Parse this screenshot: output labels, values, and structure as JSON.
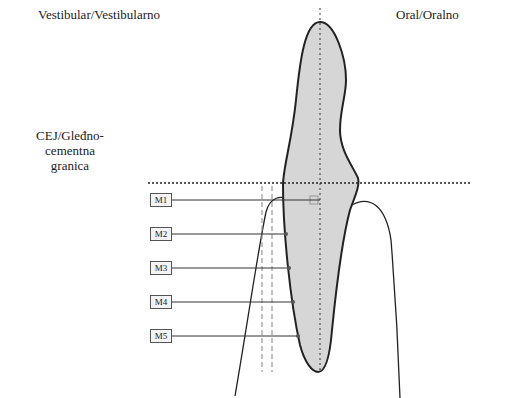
{
  "diagram": {
    "nodes": [
      {
        "text": [
          "M1"
        ]
      },
      {
        "text": [
          "M2"
        ]
      },
      {
        "text": [
          "M3"
        ]
      },
      {
        "text": [
          "M4"
        ]
      },
      {
        "text": [
          "M5"
        ]
      }
    ],
    "labels": [
      "Vestibular/Vestibularno",
      "Oral/Oralno",
      "CEJ/Gleđno-cementna granica"
    ]
  }
}
